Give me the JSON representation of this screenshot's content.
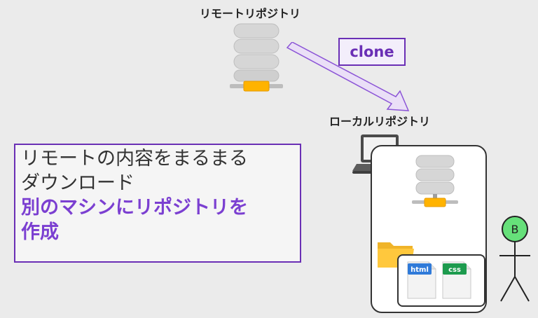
{
  "remote_repo": {
    "title": "リモートリポジトリ"
  },
  "local_repo": {
    "title": "ローカルリポジトリ"
  },
  "clone_label": "clone",
  "description": {
    "line1": "リモートの内容をまるまる",
    "line2": "ダウンロード",
    "line3": "別のマシンにリポジトリを",
    "line4": "作成"
  },
  "files": [
    {
      "label": "html",
      "color": "#2f7ad9"
    },
    {
      "label": "css",
      "color": "#1d9b4e"
    }
  ],
  "user": {
    "label": "B",
    "color": "#66e07a"
  },
  "colors": {
    "accent": "#6a2fb5",
    "server_body": "#d3d3d3",
    "server_base": "#ffb300",
    "folder": "#ffc83d"
  }
}
